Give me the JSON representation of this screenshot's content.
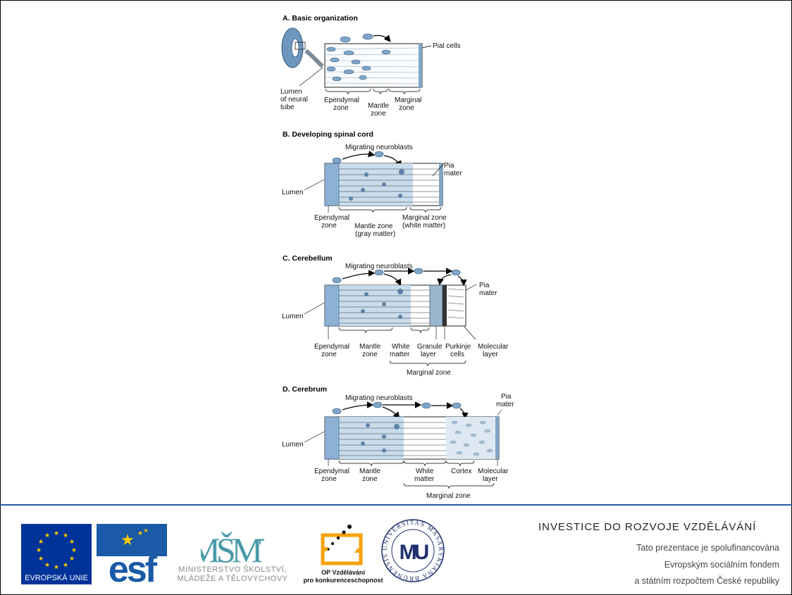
{
  "panels": {
    "a": {
      "title": "A. Basic organization",
      "pial": "Pial cells",
      "lumen": [
        "Lumen",
        "of neural",
        "tube"
      ],
      "ependymal": [
        "Ependymal",
        "zone"
      ],
      "mantle": [
        "Mantle",
        "zone"
      ],
      "marginal": [
        "Marginal",
        "zone"
      ]
    },
    "b": {
      "title": "B. Developing spinal cord",
      "migrating": "Migrating neuroblasts",
      "pia": [
        "Pia",
        "mater"
      ],
      "lumen": "Lumen",
      "ependymal": [
        "Ependymal",
        "zone"
      ],
      "mantle": [
        "Mantle zone",
        "(gray matter)"
      ],
      "marginal": [
        "Marginal zone",
        "(white matter)"
      ]
    },
    "c": {
      "title": "C. Cerebellum",
      "migrating": "Migrating neuroblasts",
      "pia": [
        "Pia",
        "mater"
      ],
      "lumen": "Lumen",
      "ependymal": [
        "Ependymal",
        "zone"
      ],
      "mantle": [
        "Mantle",
        "zone"
      ],
      "white": [
        "White",
        "matter"
      ],
      "granule": [
        "Granule",
        "layer"
      ],
      "purkinje": [
        "Purkinje",
        "cells"
      ],
      "molecular": [
        "Molecular",
        "layer"
      ],
      "marginal": "Marginal zone"
    },
    "d": {
      "title": "D. Cerebrum",
      "migrating": "Migrating neuroblasts",
      "pia": [
        "Pia",
        "mater"
      ],
      "lumen": "Lumen",
      "ependymal": [
        "Ependymal",
        "zone"
      ],
      "mantle": [
        "Mantle",
        "zone"
      ],
      "white": [
        "White",
        "matter"
      ],
      "cortex": "Cortex",
      "molecular": [
        "Molecular",
        "layer"
      ],
      "marginal": "Marginal zone"
    }
  },
  "footer": {
    "eu_label": "EVROPSKÁ UNIE",
    "esf_text": "esf",
    "msmt_letters": "MŠMT",
    "msmt_line1": "MINISTERSTVO ŠKOLSTVÍ,",
    "msmt_line2": "MLÁDEŽE A TĚLOVÝCHOVY",
    "op_line1": "OP Vzdělávání",
    "op_line2": "pro konkurenceschopnost",
    "mu_letters": "MU",
    "mu_ring": "UNIVERSITAS MASARYKIANA BRUNENSIS",
    "heading": "INVESTICE DO ROZVOJE VZDĚLÁVÁNÍ",
    "line1": "Tato prezentace je spolufinancována",
    "line2": "Evropským sociálním fondem",
    "line3": "a státním rozpočtem České republiky"
  },
  "colors": {
    "accent": "#2c5f9e",
    "tissue": "#c9dcec",
    "cell": "#7fa6c9",
    "eu_blue": "#003399",
    "eu_star": "#ffcc00",
    "esf_blue": "#1a5aa6"
  }
}
